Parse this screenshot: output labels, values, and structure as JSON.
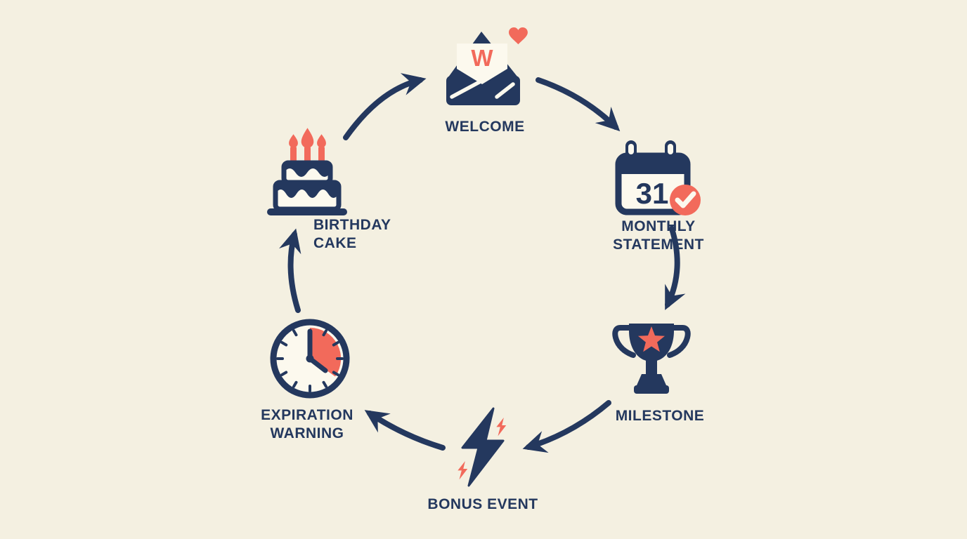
{
  "diagram": {
    "type": "circular-flow",
    "direction": "clockwise"
  },
  "colors": {
    "bg": "#f4f0e1",
    "navy": "#24385e",
    "coral": "#f26a5b",
    "paper": "#fcf9ee"
  },
  "nodes": {
    "welcome": {
      "label_lines": [
        "WELCOME"
      ],
      "icon": "envelope-heart-icon",
      "monogram": "W"
    },
    "monthly_statement": {
      "label_lines": [
        "MONTHLY",
        "STATEMENT"
      ],
      "icon": "calendar-check-icon",
      "day": "31"
    },
    "milestone": {
      "label_lines": [
        "MILESTONE"
      ],
      "icon": "trophy-star-icon"
    },
    "bonus_event": {
      "label_lines": [
        "BONUS EVENT"
      ],
      "icon": "lightning-bolt-icon"
    },
    "expiration_warning": {
      "label_lines": [
        "EXPIRATION",
        "WARNING"
      ],
      "icon": "clock-warning-icon"
    },
    "birthday_cake": {
      "label_lines": [
        "BIRTHDAY",
        "CAKE"
      ],
      "icon": "birthday-cake-icon"
    }
  },
  "flow": [
    {
      "from": "welcome",
      "to": "monthly_statement"
    },
    {
      "from": "monthly_statement",
      "to": "milestone"
    },
    {
      "from": "milestone",
      "to": "bonus_event"
    },
    {
      "from": "bonus_event",
      "to": "expiration_warning"
    },
    {
      "from": "expiration_warning",
      "to": "birthday_cake"
    },
    {
      "from": "birthday_cake",
      "to": "welcome"
    }
  ]
}
